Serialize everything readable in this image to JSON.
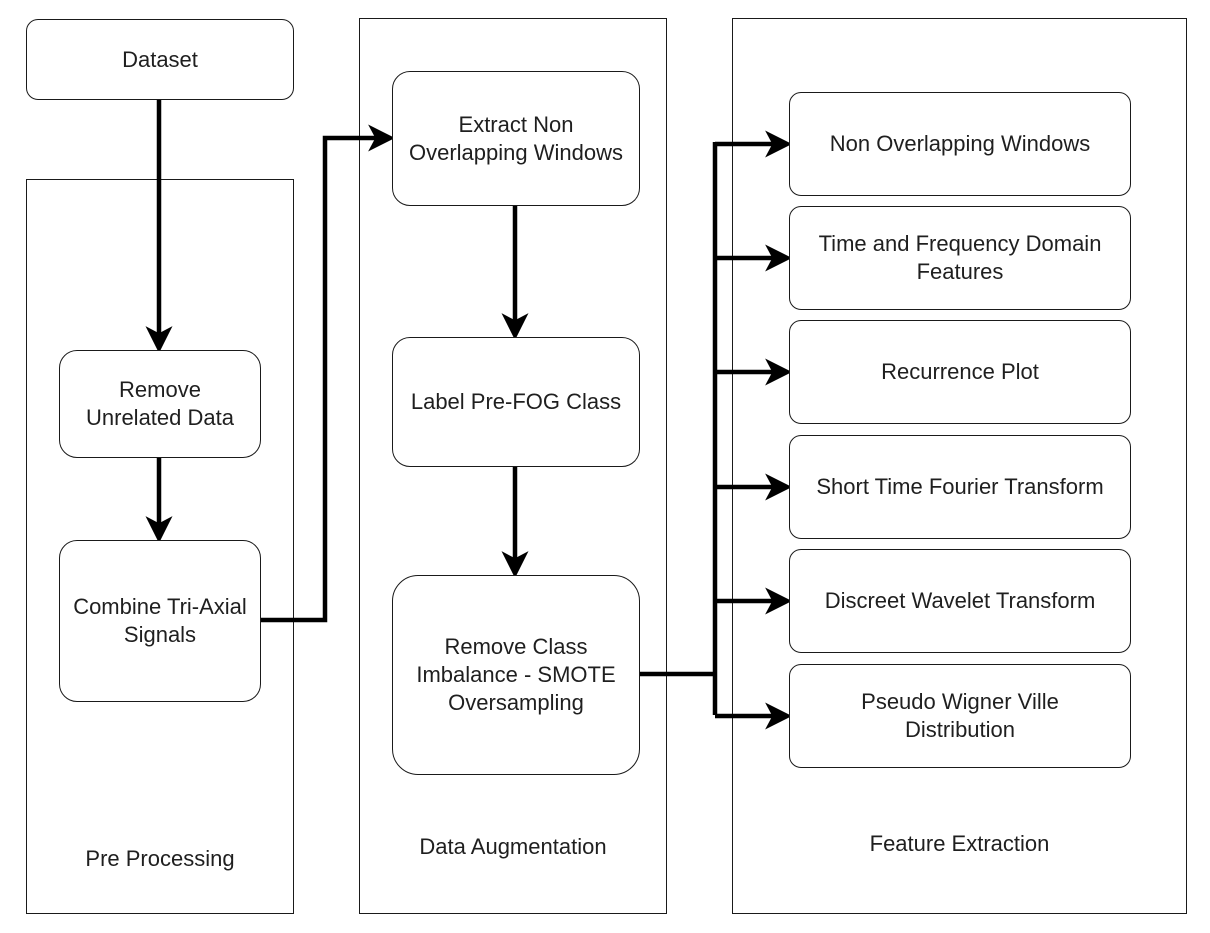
{
  "panels": {
    "pre_processing": "Pre Processing",
    "data_augmentation": "Data Augmentation",
    "feature_extraction": "Feature Extraction"
  },
  "nodes": {
    "dataset": "Dataset",
    "remove_unrelated": "Remove\nUnrelated Data",
    "combine_triaxial": "Combine Tri-Axial\nSignals",
    "extract_windows": "Extract Non\nOverlapping Windows",
    "label_prefog": "Label Pre-FOG Class",
    "remove_imbalance": "Remove Class\nImbalance - SMOTE\nOversampling"
  },
  "features": [
    "Non Overlapping Windows",
    "Time and Frequency Domain\nFeatures",
    "Recurrence Plot",
    "Short Time Fourier Transform",
    "Discreet Wavelet Transform",
    "Pseudo Wigner Ville\nDistribution"
  ]
}
